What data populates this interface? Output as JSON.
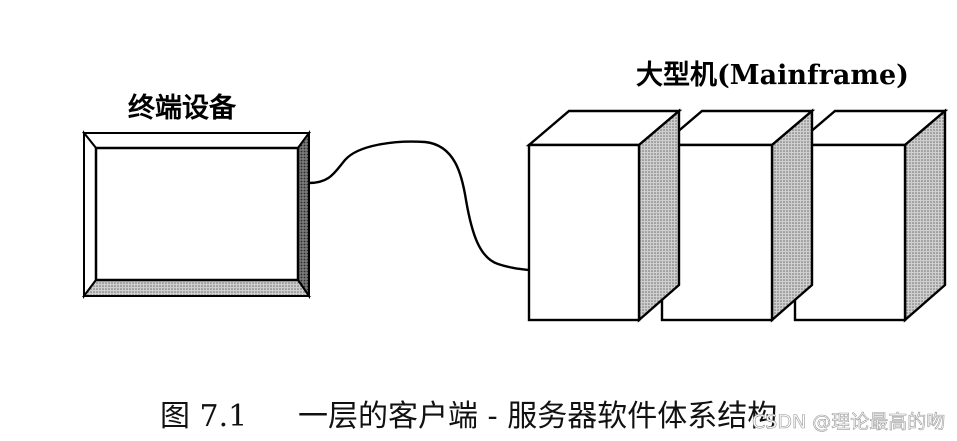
{
  "terminal": {
    "label": "终端设备"
  },
  "mainframe": {
    "label": "大型机(Mainframe)"
  },
  "caption": {
    "figure_number": "图 7.1",
    "title": "一层的客户端 - 服务器软件体系结构"
  },
  "watermark": {
    "text": "CSDN @理论最高的吻"
  },
  "colors": {
    "stroke": "#000000",
    "shade": "#b8b8b8",
    "dark_shade": "#6a6a6a",
    "background": "#ffffff"
  }
}
